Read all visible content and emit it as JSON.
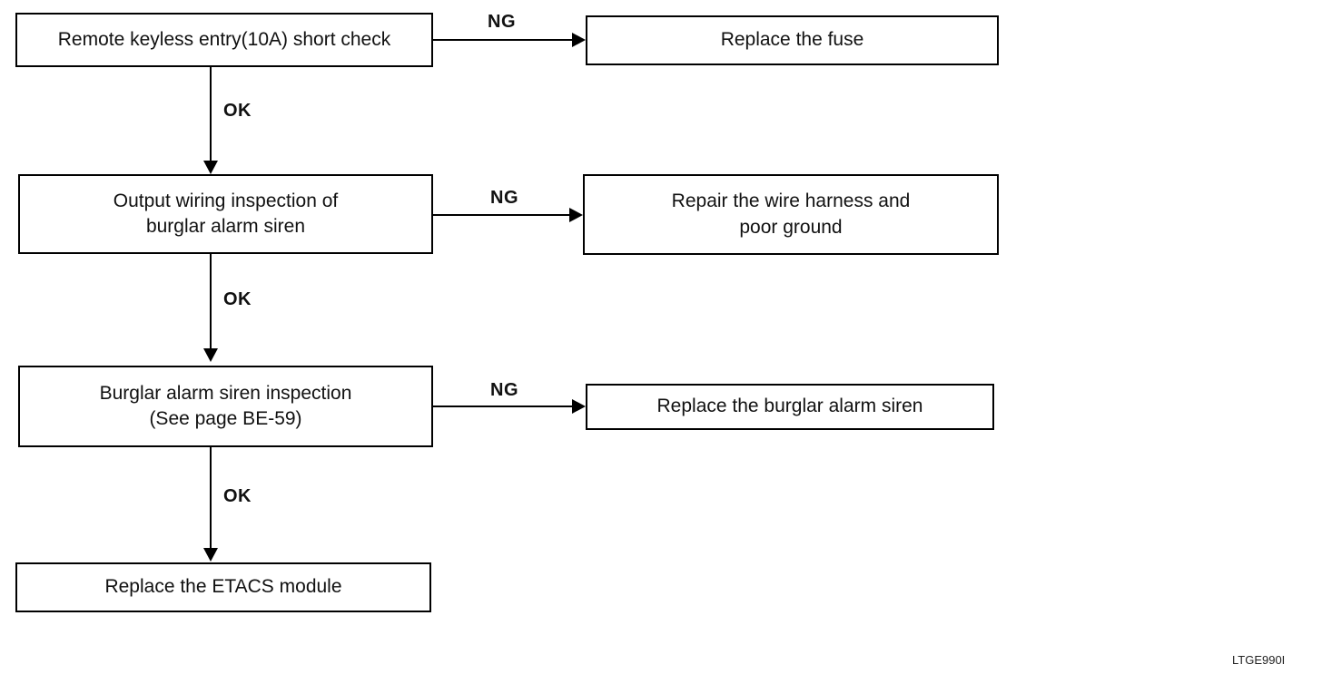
{
  "page": {
    "background": "#ffffff",
    "line_color": "#000000",
    "figure_code": "LTGE990I"
  },
  "flowchart": {
    "labels": {
      "ok": "OK",
      "ng": "NG"
    },
    "step1": {
      "line1": "Remote keyless entry(10A) short check"
    },
    "ng1": {
      "line1": "Replace the fuse"
    },
    "step2": {
      "line1": "Output wiring inspection of",
      "line2": "burglar alarm siren"
    },
    "ng2": {
      "line1": "Repair the wire harness and",
      "line2": "poor ground"
    },
    "step3": {
      "line1": "Burglar alarm siren inspection",
      "line2": "(See page BE-59)"
    },
    "ng3": {
      "line1": "Replace the burglar alarm siren"
    },
    "final": {
      "line1": "Replace the ETACS module"
    },
    "edges": [
      {
        "from": "step1",
        "to": "ng1",
        "label": "NG"
      },
      {
        "from": "step1",
        "to": "step2",
        "label": "OK"
      },
      {
        "from": "step2",
        "to": "ng2",
        "label": "NG"
      },
      {
        "from": "step2",
        "to": "step3",
        "label": "OK"
      },
      {
        "from": "step3",
        "to": "ng3",
        "label": "NG"
      },
      {
        "from": "step3",
        "to": "final",
        "label": "OK"
      }
    ]
  }
}
